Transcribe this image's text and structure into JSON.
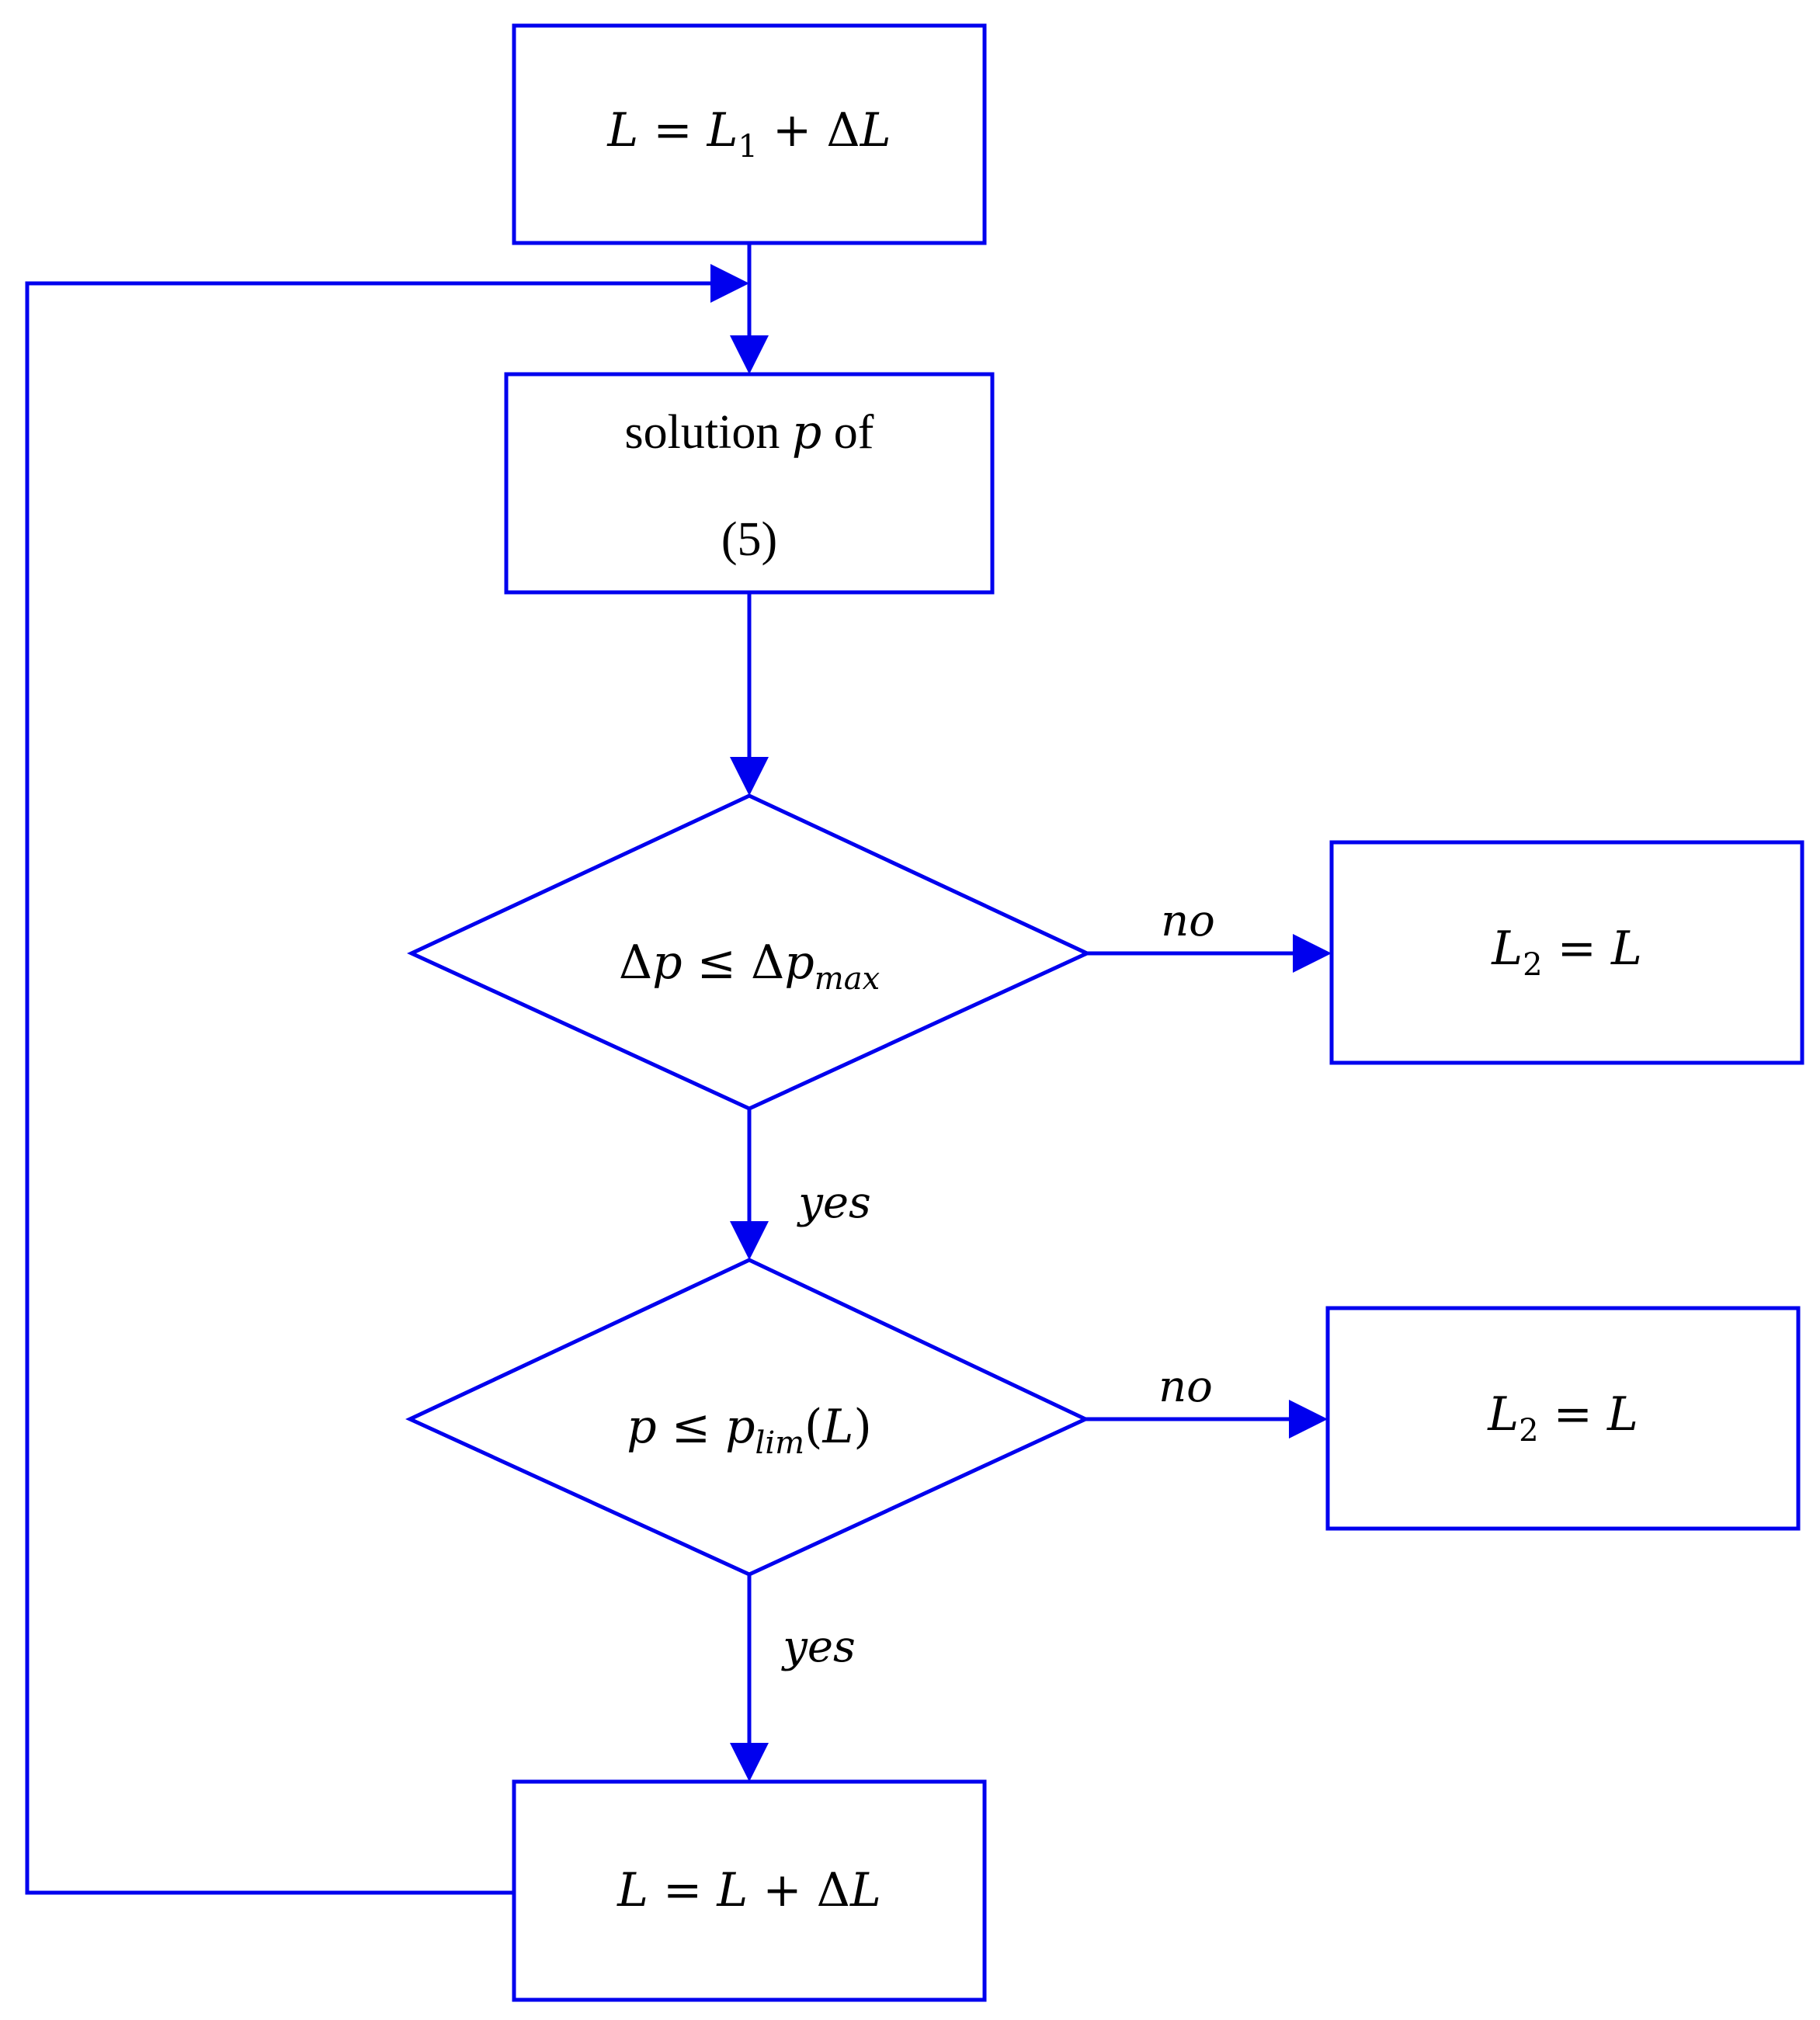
{
  "colors": {
    "stroke": "#0000ee",
    "text": "#000000",
    "background": "#ffffff"
  },
  "nodes": {
    "init": {
      "lhs": "L",
      "eq": " = ",
      "rhs_var": "L",
      "rhs_sub": "1",
      "plus": " + ",
      "delta": "Δ",
      "delta_var": "L"
    },
    "solve": {
      "line1_a": "solution ",
      "line1_var": "p",
      "line1_b": " of",
      "line2": "(5)"
    },
    "cond1": {
      "delta_a": "Δ",
      "var_a": "p",
      "op": " ≤ ",
      "delta_b": "Δ",
      "var_b": "p",
      "sub": "max"
    },
    "result1": {
      "var": "L",
      "sub": "2",
      "eq": " = ",
      "rhs": "L"
    },
    "cond2": {
      "var_a": "p",
      "op": " ≤ ",
      "var_b": "p",
      "sub": "lim",
      "open": "(",
      "arg": "L",
      "close": ")"
    },
    "result2": {
      "var": "L",
      "sub": "2",
      "eq": " = ",
      "rhs": "L"
    },
    "increment": {
      "lhs": "L",
      "eq": " = ",
      "rhs_var": "L",
      "plus": " + ",
      "delta": "Δ",
      "delta_var": "L"
    }
  },
  "edge_labels": {
    "cond1_no": "no",
    "cond1_yes": "yes",
    "cond2_no": "no",
    "cond2_yes": "yes"
  }
}
